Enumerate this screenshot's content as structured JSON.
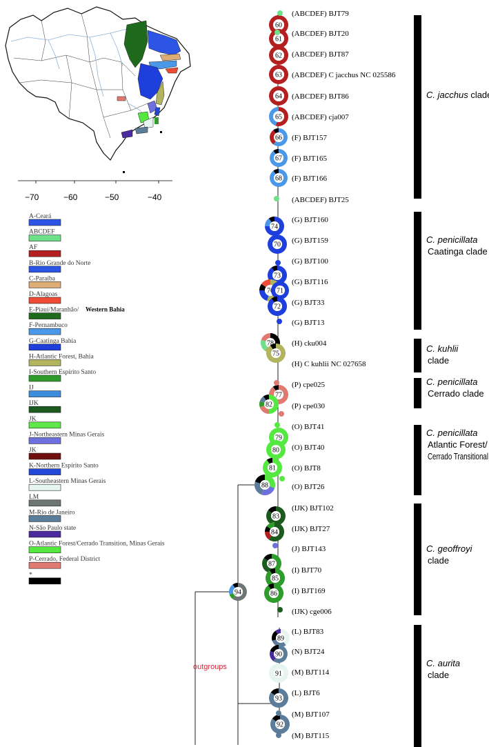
{
  "map": {
    "axis_ticks": [
      "−70",
      "−60",
      "−50",
      "−40"
    ]
  },
  "legend": [
    {
      "label": "A-Ceará",
      "color": "#2c55e6"
    },
    {
      "label": "ABCDEF",
      "color": "#6fe08a"
    },
    {
      "label": "AF",
      "color": "#b3201f"
    },
    {
      "label": "B-Rio Grande do Norte",
      "color": "#2c55e6"
    },
    {
      "label": "C-Paraíba",
      "color": "#deac75"
    },
    {
      "label": "D-Alagoas",
      "color": "#ee4b34"
    },
    {
      "label": "E-Piauí/Maranhão/",
      "color": "#1f6a1c",
      "note": "Western Bahia"
    },
    {
      "label": "F-Pernambuco",
      "color": "#4b98e8"
    },
    {
      "label": "G-Caatinga Bahia",
      "color": "#1e3fdc"
    },
    {
      "label": "H-Atlantic Forest, Bahia",
      "color": "#b2b45f"
    },
    {
      "label": "I-Southern Espírito Santo",
      "color": "#2e9c2b"
    },
    {
      "label": "IJ",
      "color": "#3c8ddc"
    },
    {
      "label": "IJK",
      "color": "#1d5a1f"
    },
    {
      "label": "JK",
      "color": "#5ee84a"
    },
    {
      "label": "J-Northeastern Minas Gerais",
      "color": "#6f70e0"
    },
    {
      "label": "JK",
      "color": "#6f0f0f"
    },
    {
      "label": "K-Northern Espírito Santo",
      "color": "#2347d6"
    },
    {
      "label": "L-Southeastern Minas Gerais",
      "color": "#e6f5ef"
    },
    {
      "label": "LM",
      "color": "#6d7575"
    },
    {
      "label": "M-Rio de Janeiro",
      "color": "#5b7d99"
    },
    {
      "label": "N-São Paulo state",
      "color": "#4a2a9c"
    },
    {
      "label": "O-Atlantic Forest/Cerrado Transition, Minas Gerais",
      "color": "#55e840"
    },
    {
      "label": "P-Cerrado, Federal District",
      "color": "#e07a70"
    },
    {
      "label": "*",
      "color": "#000000"
    }
  ],
  "tips": [
    {
      "label": "(ABCDEF) BJT79"
    },
    {
      "label": "(ABCDEF) BJT20"
    },
    {
      "label": "(ABCDEF) BJT87"
    },
    {
      "label": "(ABCDEF) C jacchus NC 025586"
    },
    {
      "label": "(ABCDEF) BJT86"
    },
    {
      "label": "(ABCDEF) cja007"
    },
    {
      "label": "(F) BJT157"
    },
    {
      "label": "(F) BJT165"
    },
    {
      "label": "(F) BJT166"
    },
    {
      "label": "(ABCDEF) BJT25"
    },
    {
      "label": "(G) BJT160"
    },
    {
      "label": "(G) BJT159"
    },
    {
      "label": "(G) BJT100"
    },
    {
      "label": "(G) BJT116"
    },
    {
      "label": "(G) BJT33"
    },
    {
      "label": "(G) BJT13"
    },
    {
      "label": "(H) cku004"
    },
    {
      "label": "(H) C kuhlii NC 027658"
    },
    {
      "label": "(P) cpe025"
    },
    {
      "label": "(P) cpe030"
    },
    {
      "label": "(O) BJT41"
    },
    {
      "label": "(O) BJT40"
    },
    {
      "label": "(O) BJT8"
    },
    {
      "label": "(O) BJT26"
    },
    {
      "label": "(IJK) BJT102"
    },
    {
      "label": "(IJK) BJT27"
    },
    {
      "label": "(J) BJT143"
    },
    {
      "label": "(I) BJT70"
    },
    {
      "label": "(I) BJT169"
    },
    {
      "label": "(IJK) cge006"
    },
    {
      "label": "(L) BJT83"
    },
    {
      "label": "(N) BJT24"
    },
    {
      "label": "(M) BJT114"
    },
    {
      "label": "(L) BJT6"
    },
    {
      "label": "(M) BJT107"
    },
    {
      "label": "(M) BJT115"
    }
  ],
  "nodes": [
    {
      "label": "60"
    },
    {
      "label": "61"
    },
    {
      "label": "62"
    },
    {
      "label": "63"
    },
    {
      "label": "64"
    },
    {
      "label": "65"
    },
    {
      "label": "66"
    },
    {
      "label": "67"
    },
    {
      "label": "68"
    },
    {
      "label": "74"
    },
    {
      "label": "70"
    },
    {
      "label": "73"
    },
    {
      "label": "76"
    },
    {
      "label": "71"
    },
    {
      "label": "72"
    },
    {
      "label": "78"
    },
    {
      "label": "75"
    },
    {
      "label": "77"
    },
    {
      "label": "82"
    },
    {
      "label": "79"
    },
    {
      "label": "80"
    },
    {
      "label": "81"
    },
    {
      "label": "88"
    },
    {
      "label": "83"
    },
    {
      "label": "84"
    },
    {
      "label": "87"
    },
    {
      "label": "85"
    },
    {
      "label": "86"
    },
    {
      "label": "94"
    },
    {
      "label": "89"
    },
    {
      "label": "90"
    },
    {
      "label": "91"
    },
    {
      "label": "93"
    },
    {
      "label": "92"
    }
  ],
  "clades": [
    {
      "italic": "C. jacchus",
      "rest": " clade",
      "line2": ""
    },
    {
      "italic": "C. penicillata",
      "rest": "",
      "line2": "Caatinga clade"
    },
    {
      "italic": "C. kuhlii",
      "rest": "",
      "line2": "clade"
    },
    {
      "italic": "C. penicillata",
      "rest": "",
      "line2": "Cerrado clade"
    },
    {
      "italic": "C. penicillata",
      "rest": "",
      "line2": "Atlantic Forest/",
      "line3": "Cerrado Transitional"
    },
    {
      "italic": "C. geoffroyi",
      "rest": "",
      "line2": "clade"
    },
    {
      "italic": "C. aurita",
      "rest": "",
      "line2": "clade"
    }
  ],
  "outgroup_label": "outgroups"
}
